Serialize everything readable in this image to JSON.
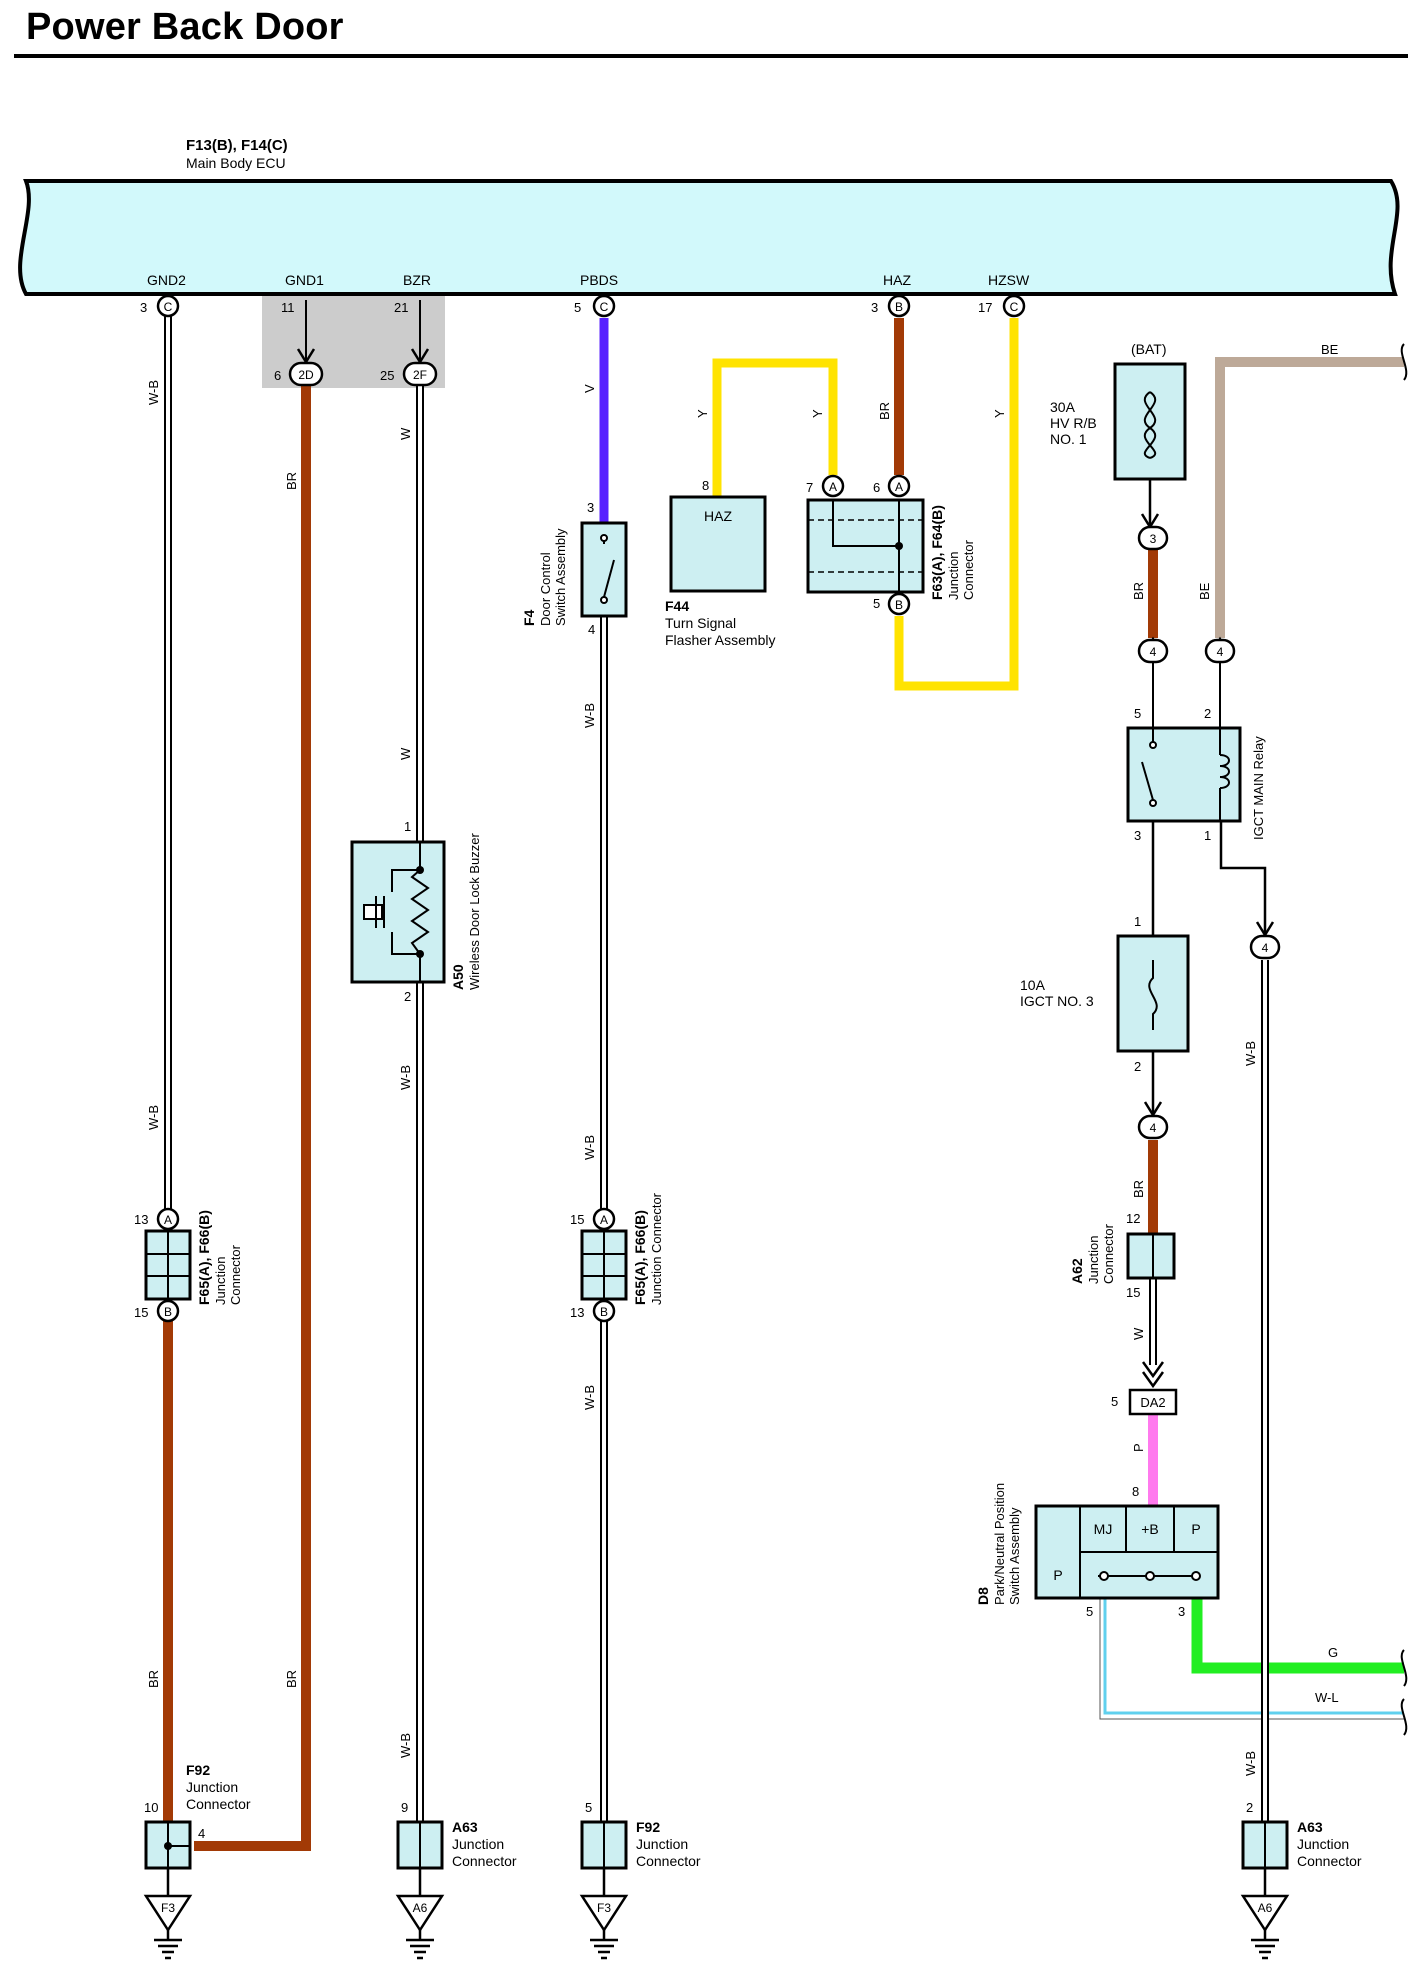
{
  "title": "Power Back Door",
  "ecu": {
    "id": "F13(B), F14(C)",
    "name": "Main Body ECU"
  },
  "ecu_pins": {
    "gnd2": {
      "label": "GND2",
      "num": "3",
      "conn": "C"
    },
    "gnd1": {
      "label": "GND1",
      "num": "11"
    },
    "bzr": {
      "label": "BZR",
      "num": "21"
    },
    "pbds": {
      "label": "PBDS",
      "num": "5",
      "conn": "C"
    },
    "haz": {
      "label": "HAZ",
      "num": "3",
      "conn": "B"
    },
    "hzsw": {
      "label": "HZSW",
      "num": "17",
      "conn": "C"
    }
  },
  "splices": {
    "s2d": {
      "pin": "6",
      "code": "2D"
    },
    "s2f": {
      "pin": "25",
      "code": "2F"
    }
  },
  "colors": {
    "wire_br": "#a23a06",
    "wire_y": "#ffe300",
    "wire_v": "#5820ff",
    "wire_be": "#bda998",
    "wire_p": "#ff7aee",
    "wire_g": "#22ee22",
    "wire_wl": "#60d0ee",
    "component_fill": "#cdeff2",
    "ecu_fill": "#d2f9fb",
    "shade": "#cccccc"
  },
  "wire_codes": {
    "wb": "W-B",
    "br": "BR",
    "w": "W",
    "v": "V",
    "y": "Y",
    "be": "BE",
    "p": "P",
    "g": "G",
    "wl": "W-L"
  },
  "components": {
    "f4": {
      "id": "F4",
      "name1": "Door Control",
      "name2": "Switch Assembly",
      "pin_in": "3",
      "pin_out": "4"
    },
    "f44": {
      "id": "F44",
      "name1": "Turn Signal",
      "name2": "Flasher Assembly",
      "label": "HAZ",
      "pin": "8"
    },
    "f63": {
      "id": "F63(A), F64(B)",
      "name1": "Junction",
      "name2": "Connector",
      "pin_a7": "7",
      "pin_a6": "6",
      "pin_b5": "5",
      "conn_a": "A",
      "conn_b": "B"
    },
    "a50": {
      "id": "A50",
      "name": "Wireless Door Lock Buzzer",
      "pin1": "1",
      "pin2": "2"
    },
    "f65_left": {
      "id": "F65(A), F66(B)",
      "name1": "Junction",
      "name2": "Connector",
      "pin_top": "13",
      "pin_bottom": "15",
      "conn_a": "A",
      "conn_b": "B"
    },
    "f65_mid": {
      "id": "F65(A), F66(B)",
      "name": "Junction Connector",
      "pin_top": "15",
      "pin_bottom": "13",
      "conn_a": "A",
      "conn_b": "B"
    },
    "fuse_hv": {
      "supply": "(BAT)",
      "rating": "30A",
      "name1": "HV R/B",
      "name2": "NO. 1"
    },
    "relay": {
      "name": "IGCT MAIN Relay",
      "pin5": "5",
      "pin2": "2",
      "pin3": "3",
      "pin1": "1"
    },
    "fuse_igct": {
      "rating": "10A",
      "name": "IGCT NO. 3",
      "pin1": "1",
      "pin2": "2"
    },
    "a62": {
      "id": "A62",
      "name1": "Junction",
      "name2": "Connector",
      "pin_top": "12",
      "pin_bottom": "15"
    },
    "da2": {
      "code": "DA2",
      "pin": "5"
    },
    "d8": {
      "id": "D8",
      "name1": "Park/Neutral Position",
      "name2": "Switch Assembly",
      "cells": [
        "MJ",
        "+B",
        "P",
        "P"
      ],
      "pin8": "8",
      "pin5": "5",
      "pin3": "3"
    },
    "f92_left": {
      "id": "F92",
      "name1": "Junction",
      "name2": "Connector",
      "pin10": "10",
      "pin4": "4",
      "ground": "F3"
    },
    "a63_left": {
      "id": "A63",
      "name1": "Junction",
      "name2": "Connector",
      "pin": "9",
      "ground": "A6"
    },
    "f92_mid": {
      "id": "F92",
      "name1": "Junction",
      "name2": "Connector",
      "pin": "5",
      "ground": "F3"
    },
    "a63_right": {
      "id": "A63",
      "name1": "Junction",
      "name2": "Connector",
      "pin": "2",
      "ground": "A6"
    }
  },
  "inline_connectors": {
    "c3": "3",
    "c4": "4"
  }
}
